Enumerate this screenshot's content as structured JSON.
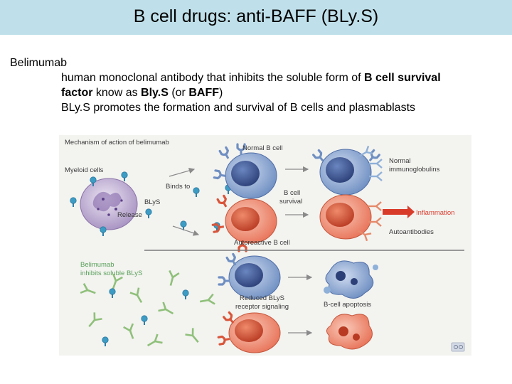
{
  "slide": {
    "title": "B cell drugs: anti-BAFF (BLy.S)",
    "colors": {
      "title_bar": "#bfe0ea",
      "figure_bg": "#f3f3f0"
    }
  },
  "content": {
    "heading": "Belimumab",
    "line1_a": "human monoclonal antibody that inhibits the soluble form of ",
    "line1_b": "B cell survival",
    "line2_a": "factor",
    "line2_b": " know as ",
    "line2_c": "Bly.S",
    "line2_d": " (or ",
    "line2_e": "BAFF",
    "line2_f": ")",
    "line3": "BLy.S promotes the formation and survival of B cells and plasmablasts"
  },
  "figure": {
    "header": "Mechanism of action of belimumab",
    "labels": {
      "normal_b_cell": "Normal B cell",
      "myeloid_cells": "Myeloid cells",
      "binds_to": "Binds to",
      "blys": "BLyS",
      "release": "Release",
      "b_cell_survival_1": "B cell",
      "b_cell_survival_2": "survival",
      "normal_ig_1": "Normal",
      "normal_ig_2": "immunoglobulins",
      "inflammation": "Inflammation",
      "autoantibodies": "Autoantibodies",
      "autoreactive_b_cell": "Autoreactive B cell",
      "belimumab_1": "Belimumab",
      "belimumab_2": "inhibits soluble BLyS",
      "reduced_1": "Reduced BLyS",
      "reduced_2": "receptor signaling",
      "apoptosis": "B-cell apoptosis"
    },
    "colors": {
      "b_cell": "#6f8fc2",
      "autoreactive_cell": "#e8745a",
      "myeloid_cell": "#b8a6cc",
      "blys": "#3d9cc4",
      "antibody": "#8fc07a",
      "inflammation": "#d93b2a"
    },
    "icons": [
      "copyright-icon"
    ]
  }
}
